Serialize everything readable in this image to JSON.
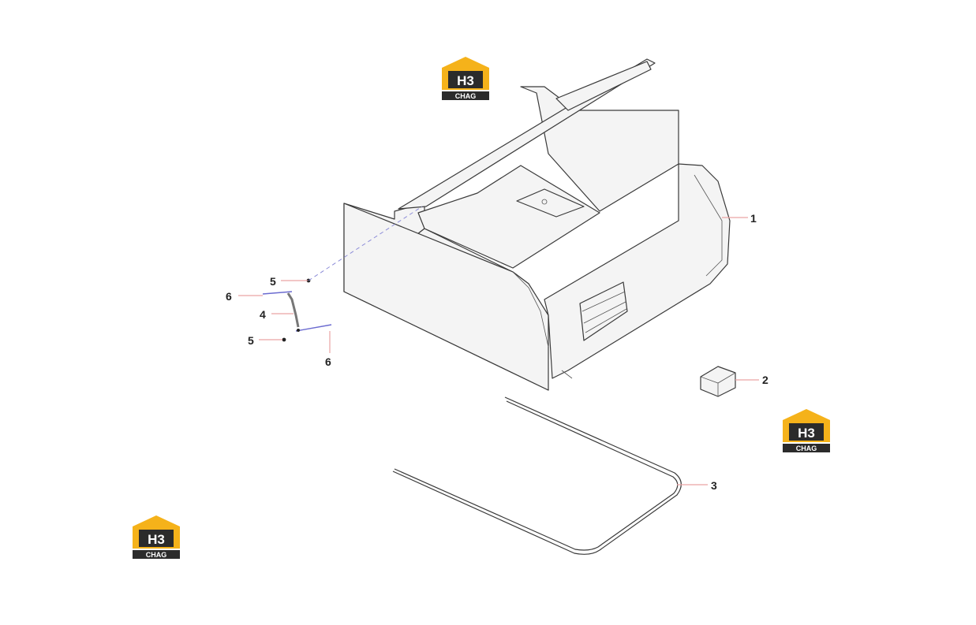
{
  "callouts": {
    "c1": "1",
    "c2": "2",
    "c3": "3",
    "c4": "4",
    "c5a": "5",
    "c5b": "5",
    "c6a": "6",
    "c6b": "6"
  },
  "logo": {
    "mark": "H3",
    "word": "CHAG",
    "colors": {
      "accent": "#f5b21a",
      "dark": "#2b2b2b",
      "leader": "#e9a3a3",
      "dashed": "#8c8cd8"
    }
  }
}
